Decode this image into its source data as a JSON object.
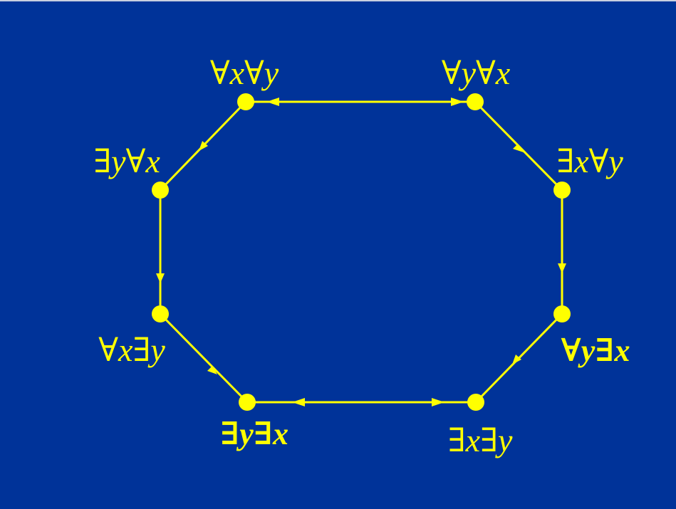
{
  "colors": {
    "background": "#003399",
    "foreground": "#FFFF00"
  },
  "nodes": {
    "n1": {
      "label": "∀x∀y"
    },
    "n2": {
      "label": "∀y∀x"
    },
    "n3": {
      "label": "∃y∀x"
    },
    "n4": {
      "label": "∃x∀y"
    },
    "n5": {
      "label": "∀x∃y"
    },
    "n6": {
      "label": "∀y∃x"
    },
    "n7": {
      "label": "∃y∃x"
    },
    "n8": {
      "label": "∃x∃y"
    }
  }
}
